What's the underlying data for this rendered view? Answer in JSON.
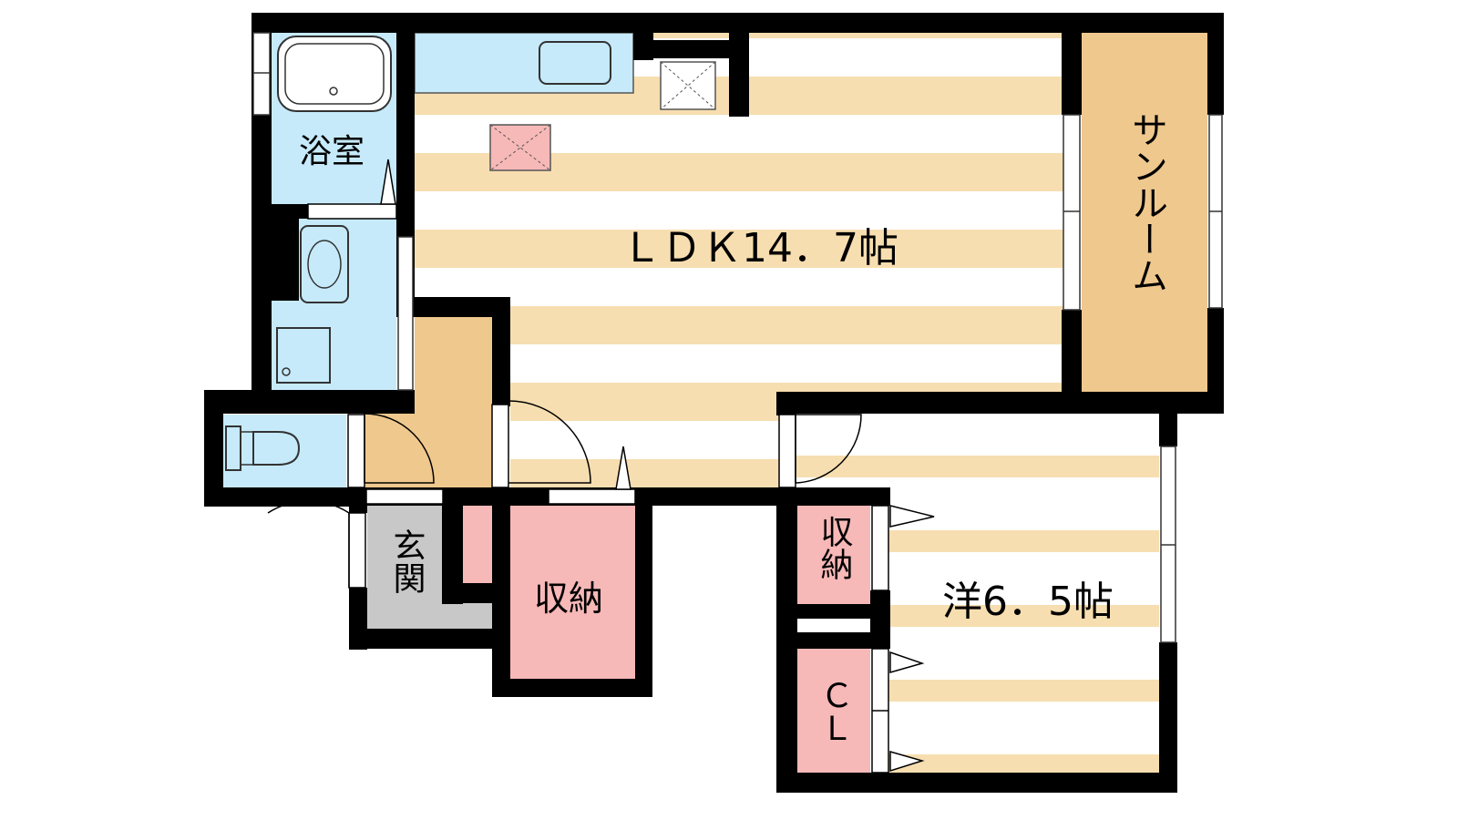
{
  "rooms": {
    "ldk": "ＬＤＫ14．7帖",
    "sunroom": "サンルーム",
    "bath": "浴室",
    "entrance": "玄関",
    "storage_main": "収納",
    "storage_small": "収納",
    "closet": "ＣＬ",
    "western": "洋6．5帖"
  },
  "colors": {
    "wall": "#000000",
    "floor_stripe": "#f7deb0",
    "floor_light": "#ffffff",
    "wet_area": "#c6eafa",
    "storage": "#f7b8b8",
    "hall": "#efc88e",
    "entrance_tile": "#c8c8c8",
    "sunroom": "#efc88e"
  }
}
